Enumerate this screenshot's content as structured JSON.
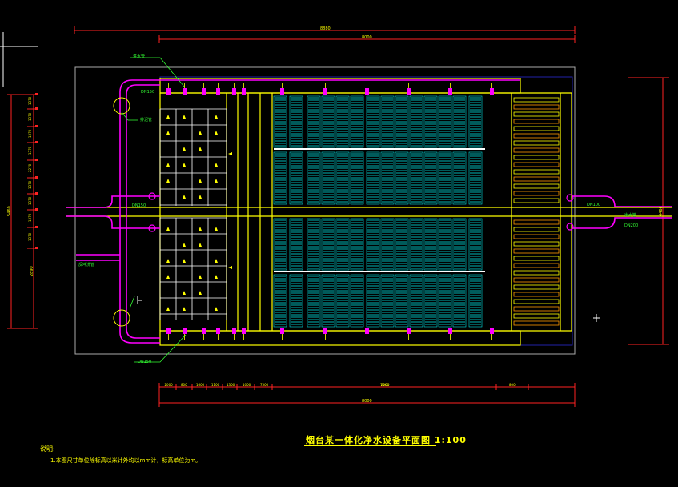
{
  "drawing": {
    "title": "烟台某一体化净水设备平面图  1:100",
    "notes_heading": "说明:",
    "notes": [
      "1.本图尺寸单位除标高以米计外均以mm计，标高单位为m。"
    ]
  },
  "dimensions": {
    "overall_top": "8880",
    "inner_top": "8000",
    "overall_bottom": "8000",
    "bottom_mid": "7500",
    "left_total": "5460",
    "left_lower": "2890",
    "right_total": "4460"
  },
  "bottom_segments": [
    "2000",
    "800",
    "1600",
    "1100",
    "1300",
    "1000",
    "7500",
    "2000",
    "800"
  ],
  "left_segments": [
    "1370",
    "1370",
    "1370",
    "1370",
    "2270",
    "1370",
    "1370",
    "1370",
    "1370"
  ],
  "callouts": [
    "进水管",
    "排泥管",
    "DN150",
    "DN150",
    "反冲洗管",
    "出水管",
    "DN100",
    "DN200",
    "DN150"
  ],
  "colors": {
    "background": "#000000",
    "wall": "#ffff00",
    "pipe": "#ff00ff",
    "media": "#00e5e5",
    "dimension": "#ff2222",
    "outline": "#ffffff",
    "annotation": "#33ff33",
    "accent": "#ff9900",
    "frame": "#2222aa"
  }
}
